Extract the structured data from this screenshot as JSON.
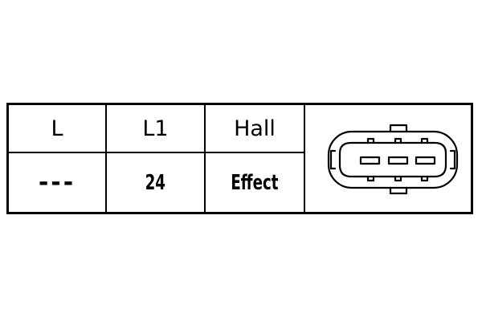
{
  "table": {
    "headers": [
      "L",
      "L1",
      "Hall"
    ],
    "values": [
      "---",
      "24",
      "Effect"
    ]
  },
  "connector": {
    "icon": "three-pin-connector-icon",
    "pins": 3
  }
}
